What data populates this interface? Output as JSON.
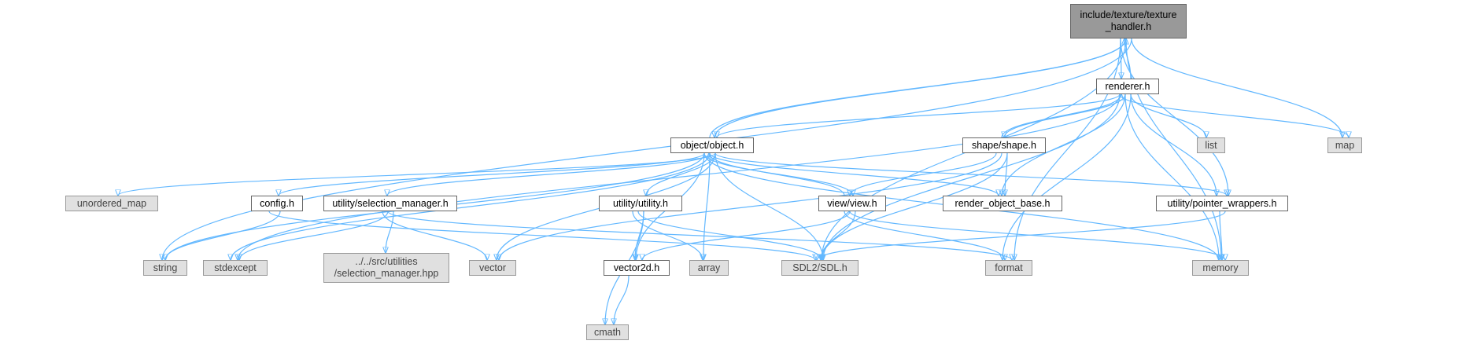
{
  "graph": {
    "nodes": [
      {
        "id": "texture_handler",
        "label": "include/texture/texture\n_handler.h",
        "kind": "focus"
      },
      {
        "id": "renderer",
        "label": "renderer.h",
        "kind": "file"
      },
      {
        "id": "object",
        "label": "object/object.h",
        "kind": "file"
      },
      {
        "id": "shape",
        "label": "shape/shape.h",
        "kind": "file"
      },
      {
        "id": "list",
        "label": "list",
        "kind": "system"
      },
      {
        "id": "map",
        "label": "map",
        "kind": "system"
      },
      {
        "id": "unordered_map",
        "label": "unordered_map",
        "kind": "system"
      },
      {
        "id": "config",
        "label": "config.h",
        "kind": "file"
      },
      {
        "id": "selection_manager",
        "label": "utility/selection_manager.h",
        "kind": "file"
      },
      {
        "id": "utility",
        "label": "utility/utility.h",
        "kind": "file"
      },
      {
        "id": "view",
        "label": "view/view.h",
        "kind": "file"
      },
      {
        "id": "render_object_base",
        "label": "render_object_base.h",
        "kind": "file"
      },
      {
        "id": "pointer_wrappers",
        "label": "utility/pointer_wrappers.h",
        "kind": "file"
      },
      {
        "id": "string",
        "label": "string",
        "kind": "system"
      },
      {
        "id": "stdexcept",
        "label": "stdexcept",
        "kind": "system"
      },
      {
        "id": "selection_manager_hpp",
        "label": "../../src/utilities\n/selection_manager.hpp",
        "kind": "system"
      },
      {
        "id": "vector",
        "label": "vector",
        "kind": "system"
      },
      {
        "id": "vector2d",
        "label": "vector2d.h",
        "kind": "file"
      },
      {
        "id": "array",
        "label": "array",
        "kind": "system"
      },
      {
        "id": "sdl",
        "label": "SDL2/SDL.h",
        "kind": "system"
      },
      {
        "id": "format",
        "label": "format",
        "kind": "system"
      },
      {
        "id": "memory",
        "label": "memory",
        "kind": "system"
      },
      {
        "id": "cmath",
        "label": "cmath",
        "kind": "system"
      }
    ],
    "edges": [
      [
        "texture_handler",
        "renderer"
      ],
      [
        "texture_handler",
        "object"
      ],
      [
        "texture_handler",
        "map"
      ],
      [
        "texture_handler",
        "pointer_wrappers"
      ],
      [
        "texture_handler",
        "sdl"
      ],
      [
        "texture_handler",
        "string"
      ],
      [
        "texture_handler",
        "format"
      ],
      [
        "texture_handler",
        "memory"
      ],
      [
        "renderer",
        "texture_handler"
      ],
      [
        "renderer",
        "object"
      ],
      [
        "renderer",
        "shape"
      ],
      [
        "renderer",
        "list"
      ],
      [
        "renderer",
        "map"
      ],
      [
        "renderer",
        "render_object_base"
      ],
      [
        "renderer",
        "pointer_wrappers"
      ],
      [
        "renderer",
        "sdl"
      ],
      [
        "renderer",
        "memory"
      ],
      [
        "renderer",
        "format"
      ],
      [
        "renderer",
        "stdexcept"
      ],
      [
        "object",
        "texture_handler"
      ],
      [
        "object",
        "unordered_map"
      ],
      [
        "object",
        "config"
      ],
      [
        "object",
        "selection_manager"
      ],
      [
        "object",
        "utility"
      ],
      [
        "object",
        "view"
      ],
      [
        "object",
        "render_object_base"
      ],
      [
        "object",
        "pointer_wrappers"
      ],
      [
        "object",
        "string"
      ],
      [
        "object",
        "stdexcept"
      ],
      [
        "object",
        "vector"
      ],
      [
        "object",
        "vector2d"
      ],
      [
        "object",
        "array"
      ],
      [
        "object",
        "sdl"
      ],
      [
        "object",
        "memory"
      ],
      [
        "shape",
        "renderer"
      ],
      [
        "shape",
        "render_object_base"
      ],
      [
        "shape",
        "view"
      ],
      [
        "shape",
        "vector"
      ],
      [
        "shape",
        "sdl"
      ],
      [
        "view",
        "object"
      ],
      [
        "view",
        "vector2d"
      ],
      [
        "view",
        "sdl"
      ],
      [
        "view",
        "format"
      ],
      [
        "view",
        "memory"
      ],
      [
        "config",
        "string"
      ],
      [
        "config",
        "sdl"
      ],
      [
        "selection_manager",
        "stdexcept"
      ],
      [
        "selection_manager",
        "selection_manager_hpp"
      ],
      [
        "selection_manager",
        "vector"
      ],
      [
        "selection_manager",
        "format"
      ],
      [
        "utility",
        "vector2d"
      ],
      [
        "utility",
        "array"
      ],
      [
        "utility",
        "sdl"
      ],
      [
        "utility",
        "cmath"
      ],
      [
        "vector2d",
        "cmath"
      ],
      [
        "pointer_wrappers",
        "memory"
      ],
      [
        "pointer_wrappers",
        "sdl"
      ]
    ]
  }
}
